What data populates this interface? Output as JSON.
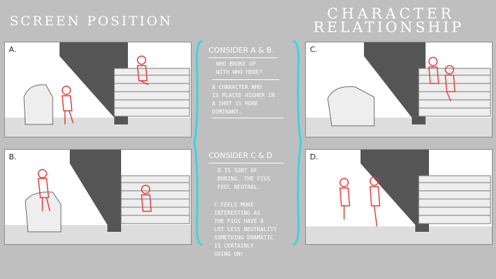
{
  "headings": {
    "left": "SCREEN POSITION",
    "right_line1": "CHARACTER",
    "right_line2": "RELATIONSHIP"
  },
  "panels": [
    {
      "label": "A."
    },
    {
      "label": "B."
    },
    {
      "label": "C."
    },
    {
      "label": "D."
    }
  ],
  "notes": {
    "section1": {
      "heading": "CONSIDER A & B.",
      "question": [
        "WHO BROKE UP",
        "WITH WHO HERE?"
      ],
      "body": [
        "A CHARACTER WHO",
        "IS PLACED HIGHER IN",
        "A SHOT IS MORE",
        "DOMINANT."
      ]
    },
    "section2": {
      "heading": "CONSIDER C & D",
      "body1": [
        "D IS SORT OF",
        "BORING. THE FIGS",
        "FEEL NEUTRAL."
      ],
      "body2": [
        "C FEELS MORE",
        "INTERESTING AS",
        "THE FIGS HAVE A",
        "LOT LESS NEUTRALITY",
        "SOMETHING DRAMATIC",
        "IS CERTAINLY",
        "GOING ON!"
      ]
    }
  },
  "colors": {
    "background": "#bfbfbf",
    "brace": "#3fd3dc",
    "figure": "#e23b3b",
    "stairs": "#555555"
  }
}
